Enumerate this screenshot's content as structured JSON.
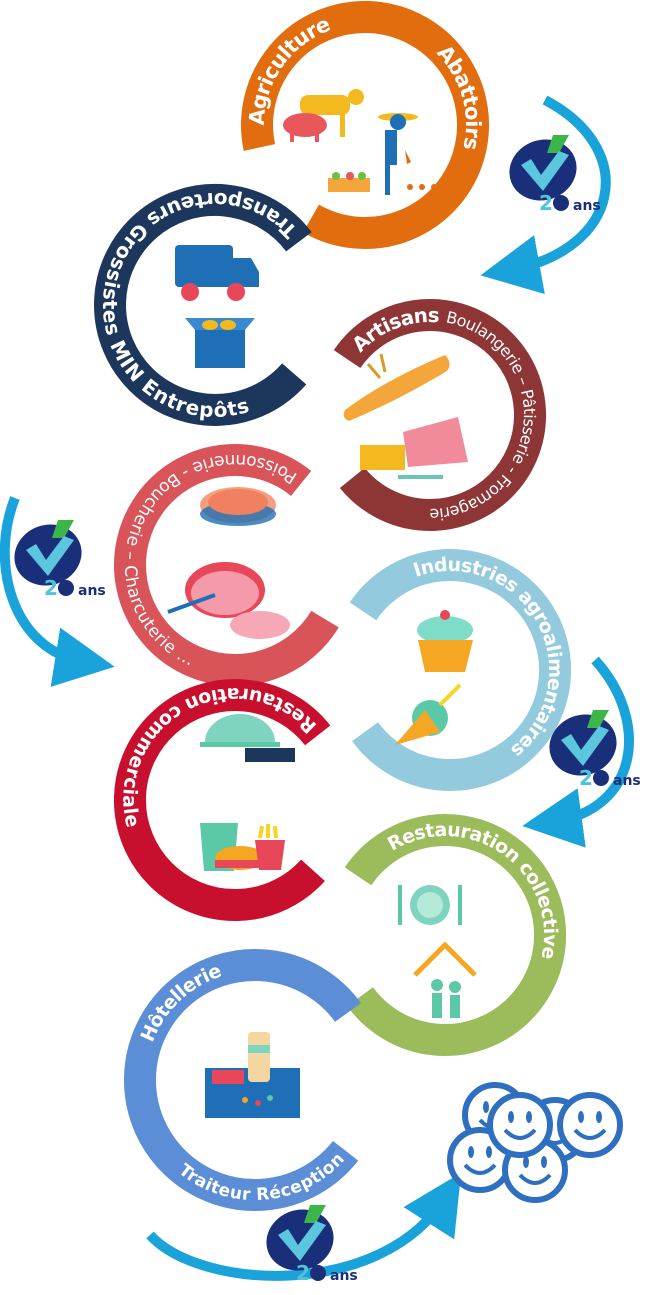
{
  "rings": {
    "agriculture": {
      "label": "Agriculture",
      "label2": "Abattoirs",
      "color": "#E26D0E"
    },
    "transport": {
      "label": "Transporteurs Grossistes MIN Entrepôts",
      "color": "#1D365C"
    },
    "artisans": {
      "label": "Artisans",
      "label2": "Boulangerie – Pâtisserie - Fromagerie",
      "color": "#8E3535"
    },
    "boucherie": {
      "label": "Poissonnerie - Boucherie – Charcuterie …",
      "color": "#D95459"
    },
    "industries": {
      "label": "Industries agroalimentaires",
      "color": "#93CADD"
    },
    "commerciale": {
      "label": "Restauration commerciale",
      "color": "#C8102E"
    },
    "collective": {
      "label": "Restauration collective",
      "color": "#9CBB5A"
    },
    "hotellerie": {
      "label": "Hôtellerie",
      "label2": "Traiteur Réception",
      "color": "#5B8ED6"
    }
  },
  "badge": {
    "number": "2",
    "suffix": "ans",
    "icon": "check-logo-icon",
    "oval_color": "#1A2F7A",
    "check_color": "#5CC6DE",
    "arrow_color": "#1AA3DA"
  },
  "smileys": {
    "icon": "smiley-face-icon",
    "count": 6,
    "color": "#2F6FC0"
  }
}
